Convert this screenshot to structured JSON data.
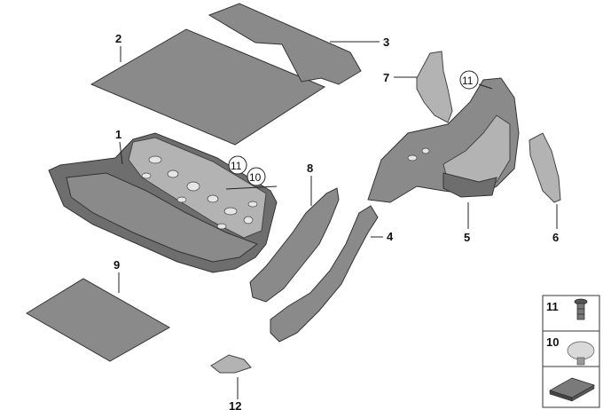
{
  "callouts": {
    "c1": "1",
    "c2": "2",
    "c3": "3",
    "c4": "4",
    "c5": "5",
    "c6": "6",
    "c7": "7",
    "c8": "8",
    "c9": "9",
    "c10": "10",
    "c11a": "11",
    "c11b": "11",
    "c12": "12"
  },
  "legend": {
    "items": [
      {
        "label": "11",
        "icon": "clip-icon"
      },
      {
        "label": "10",
        "icon": "plug-icon"
      },
      {
        "label": "",
        "icon": "sheet-material-icon"
      }
    ]
  },
  "colors": {
    "part_fill": "#8a8a8a",
    "part_dark": "#6e6e6e",
    "part_light": "#b3b3b3",
    "outline": "#333333"
  }
}
